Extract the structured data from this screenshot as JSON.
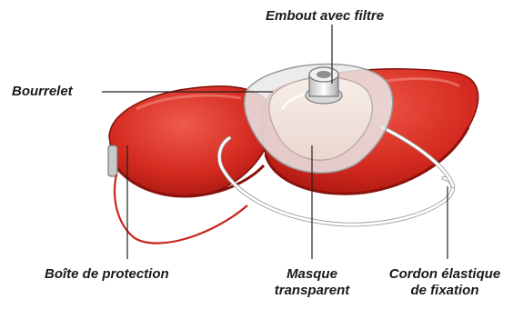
{
  "labels": {
    "embout": "Embout avec filtre",
    "bourrelet": "Bourrelet",
    "boite": "Boîte de protection",
    "masque_1": "Masque",
    "masque_2": "transparent",
    "cordon_1": "Cordon élastique",
    "cordon_2": "de fixation"
  },
  "colors": {
    "case_red": "#d42a20",
    "case_dark": "#a5150f",
    "case_light": "#ea5a4c",
    "mask_fill": "#f1e3dc",
    "mask_rim": "#e6e6e6",
    "leader": "#222222"
  }
}
